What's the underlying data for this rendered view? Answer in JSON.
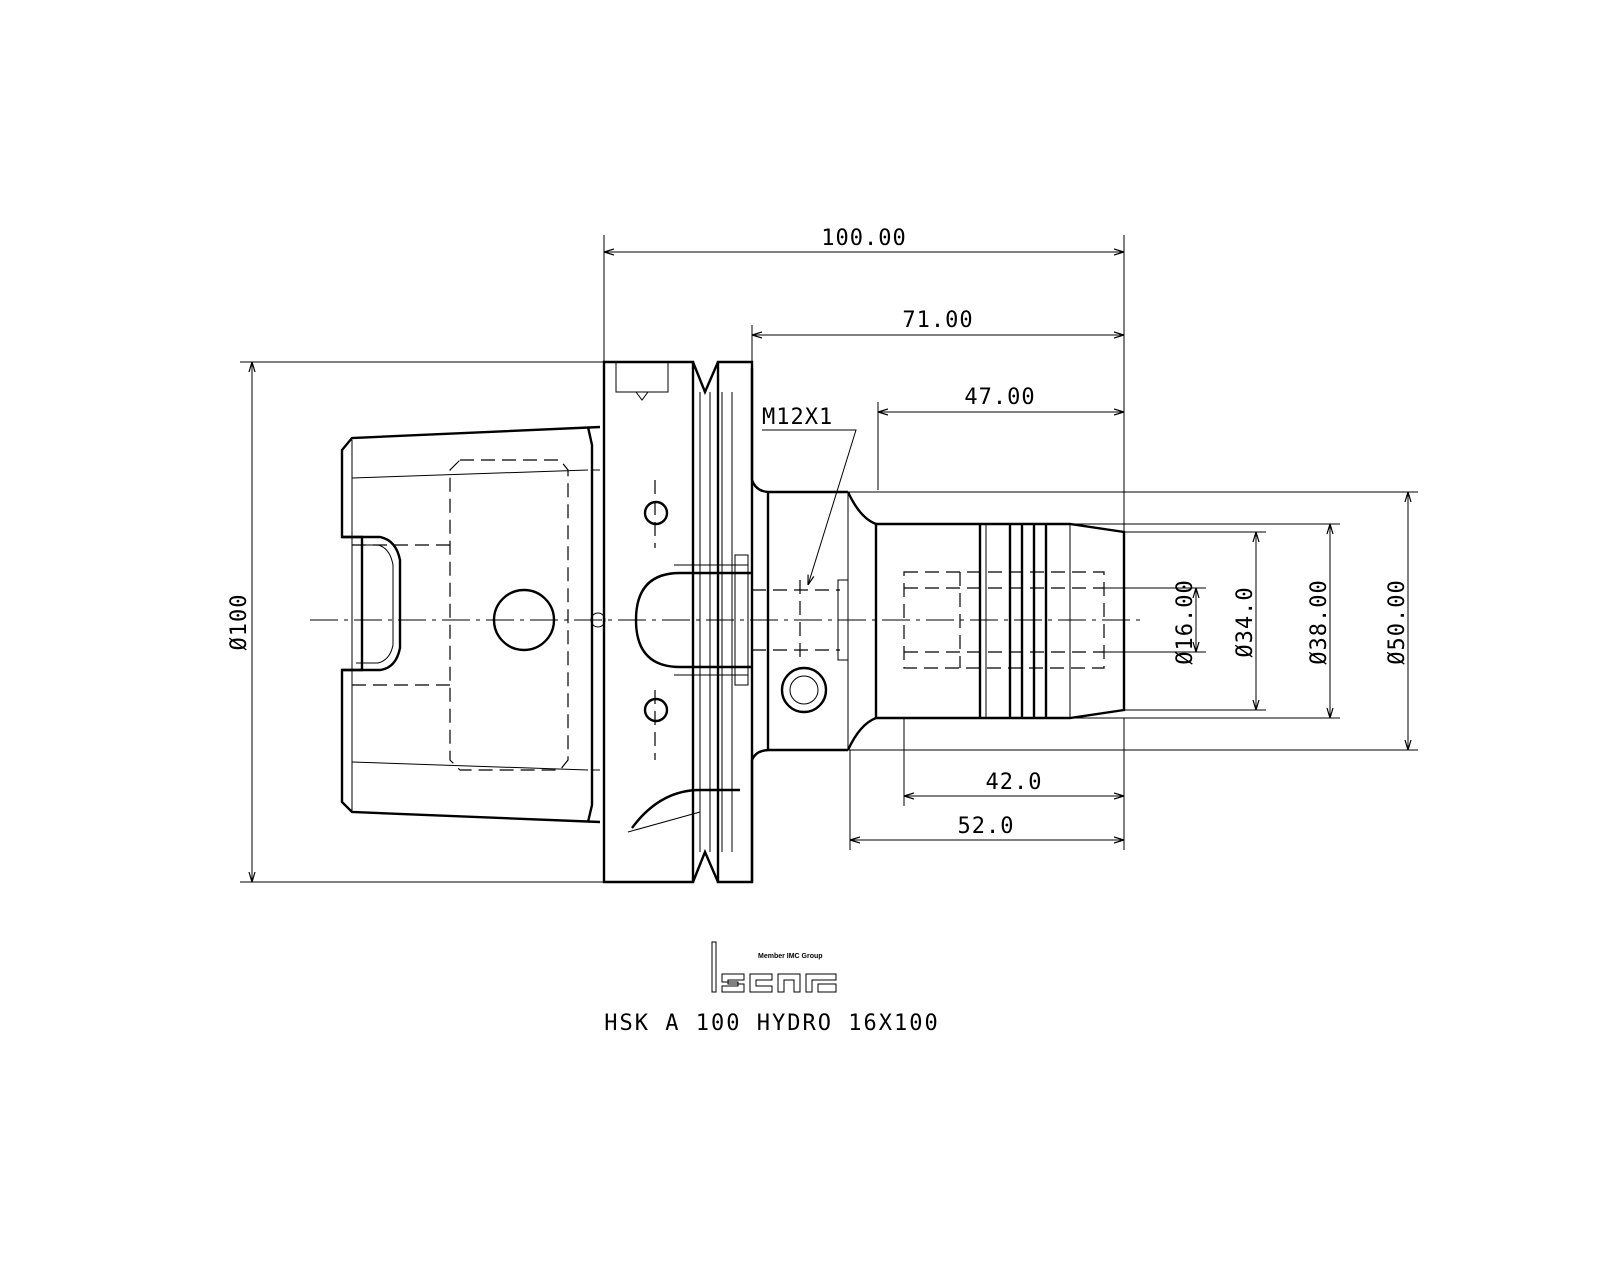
{
  "dimensions": {
    "overall_length": "100.00",
    "length_71": "71.00",
    "length_47": "47.00",
    "thread": "M12X1",
    "flange_diameter": "Ø100",
    "bore_diameter": "Ø16.00",
    "diameter_34": "Ø34.0",
    "diameter_38": "Ø38.00",
    "diameter_50": "Ø50.00",
    "length_42": "42.0",
    "length_52": "52.0"
  },
  "logo": {
    "brand": "iscar",
    "tagline": "Member IMC Group"
  },
  "part_name": "HSK A 100 HYDRO 16X100",
  "colors": {
    "line": "#000000",
    "background": "#ffffff"
  }
}
